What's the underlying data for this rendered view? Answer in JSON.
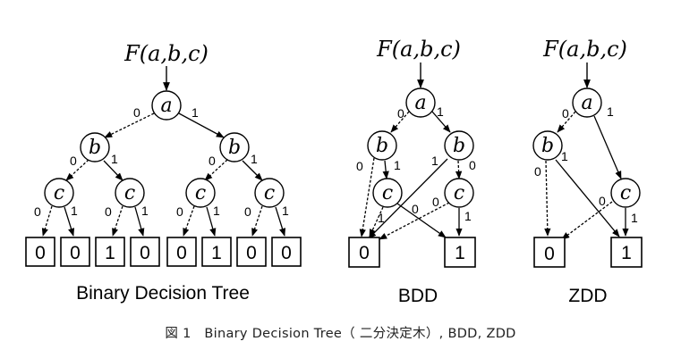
{
  "diagrams": {
    "tree": {
      "func_label": "F(a,b,c)",
      "title": "Binary Decision Tree",
      "nodes": [
        "a",
        "b",
        "b",
        "c",
        "c",
        "c",
        "c"
      ],
      "edge_labels": [
        "0",
        "1",
        "0",
        "1",
        "0",
        "1",
        "0",
        "1",
        "0",
        "1",
        "0",
        "1",
        "0",
        "1"
      ],
      "terminals": [
        "0",
        "0",
        "1",
        "0",
        "0",
        "1",
        "0",
        "0"
      ]
    },
    "bdd": {
      "func_label": "F(a,b,c)",
      "title": "BDD",
      "nodes": [
        "a",
        "b",
        "b",
        "c",
        "c"
      ],
      "edge_labels": [
        "0",
        "1",
        "0",
        "1",
        "1",
        "0",
        "0",
        "1",
        "0",
        "1"
      ],
      "terminals": [
        "0",
        "1"
      ]
    },
    "zdd": {
      "func_label": "F(a,b,c)",
      "title": "ZDD",
      "nodes": [
        "a",
        "b",
        "c"
      ],
      "edge_labels": [
        "0",
        "1",
        "0",
        "1",
        "0",
        "1"
      ],
      "terminals": [
        "0",
        "1"
      ]
    }
  },
  "caption": "図 1　Binary Decision Tree（ 二分決定木）, BDD, ZDD"
}
